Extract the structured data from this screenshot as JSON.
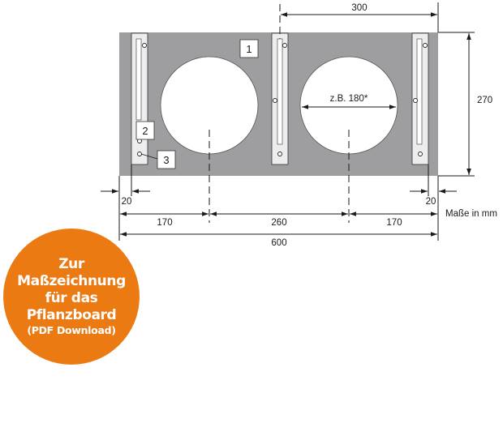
{
  "dimensions": {
    "top_spacing": "300",
    "height": "270",
    "hole_diameter": "z.B. 180*",
    "edge_left": "20",
    "edge_right": "20",
    "seg_left": "170",
    "seg_middle": "260",
    "seg_right": "170",
    "total_width": "600",
    "unit_note": "Maße in mm"
  },
  "callouts": {
    "panel": "1",
    "rail": "2",
    "screw": "3"
  },
  "badge": {
    "lines": [
      "Zur",
      "Maßzeichnung",
      "für das",
      "Pflanzboard",
      "(PDF Download)"
    ],
    "color": "#ec7a12"
  },
  "colors": {
    "board": "#9e9ea0",
    "rail": "#ededed",
    "line": "#1a1a1a"
  }
}
